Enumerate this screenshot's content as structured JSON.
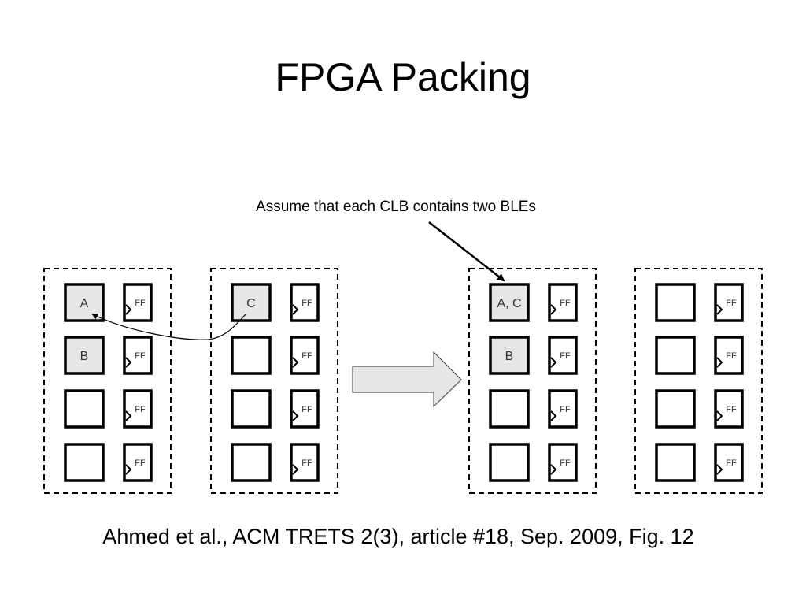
{
  "slide": {
    "title": "FPGA Packing",
    "annotation": "Assume that each CLB contains two BLEs",
    "citation": "Ahmed et al., ACM TRETS 2(3), article #18, Sep. 2009, Fig. 12"
  },
  "diagram": {
    "ff_label": "FF",
    "colors": {
      "filled_ble": "#e6e6e6",
      "empty_ble": "#ffffff",
      "arrow_fill": "#e6e6e6",
      "stroke": "#000000"
    },
    "clbs": [
      {
        "name": "clb-before-1",
        "bles": [
          "A",
          "B",
          "",
          ""
        ]
      },
      {
        "name": "clb-before-2",
        "bles": [
          "C",
          "",
          "",
          ""
        ]
      },
      {
        "name": "clb-after-1",
        "bles": [
          "A, C",
          "B",
          "",
          ""
        ]
      },
      {
        "name": "clb-after-2",
        "bles": [
          "",
          "",
          "",
          ""
        ]
      }
    ]
  }
}
